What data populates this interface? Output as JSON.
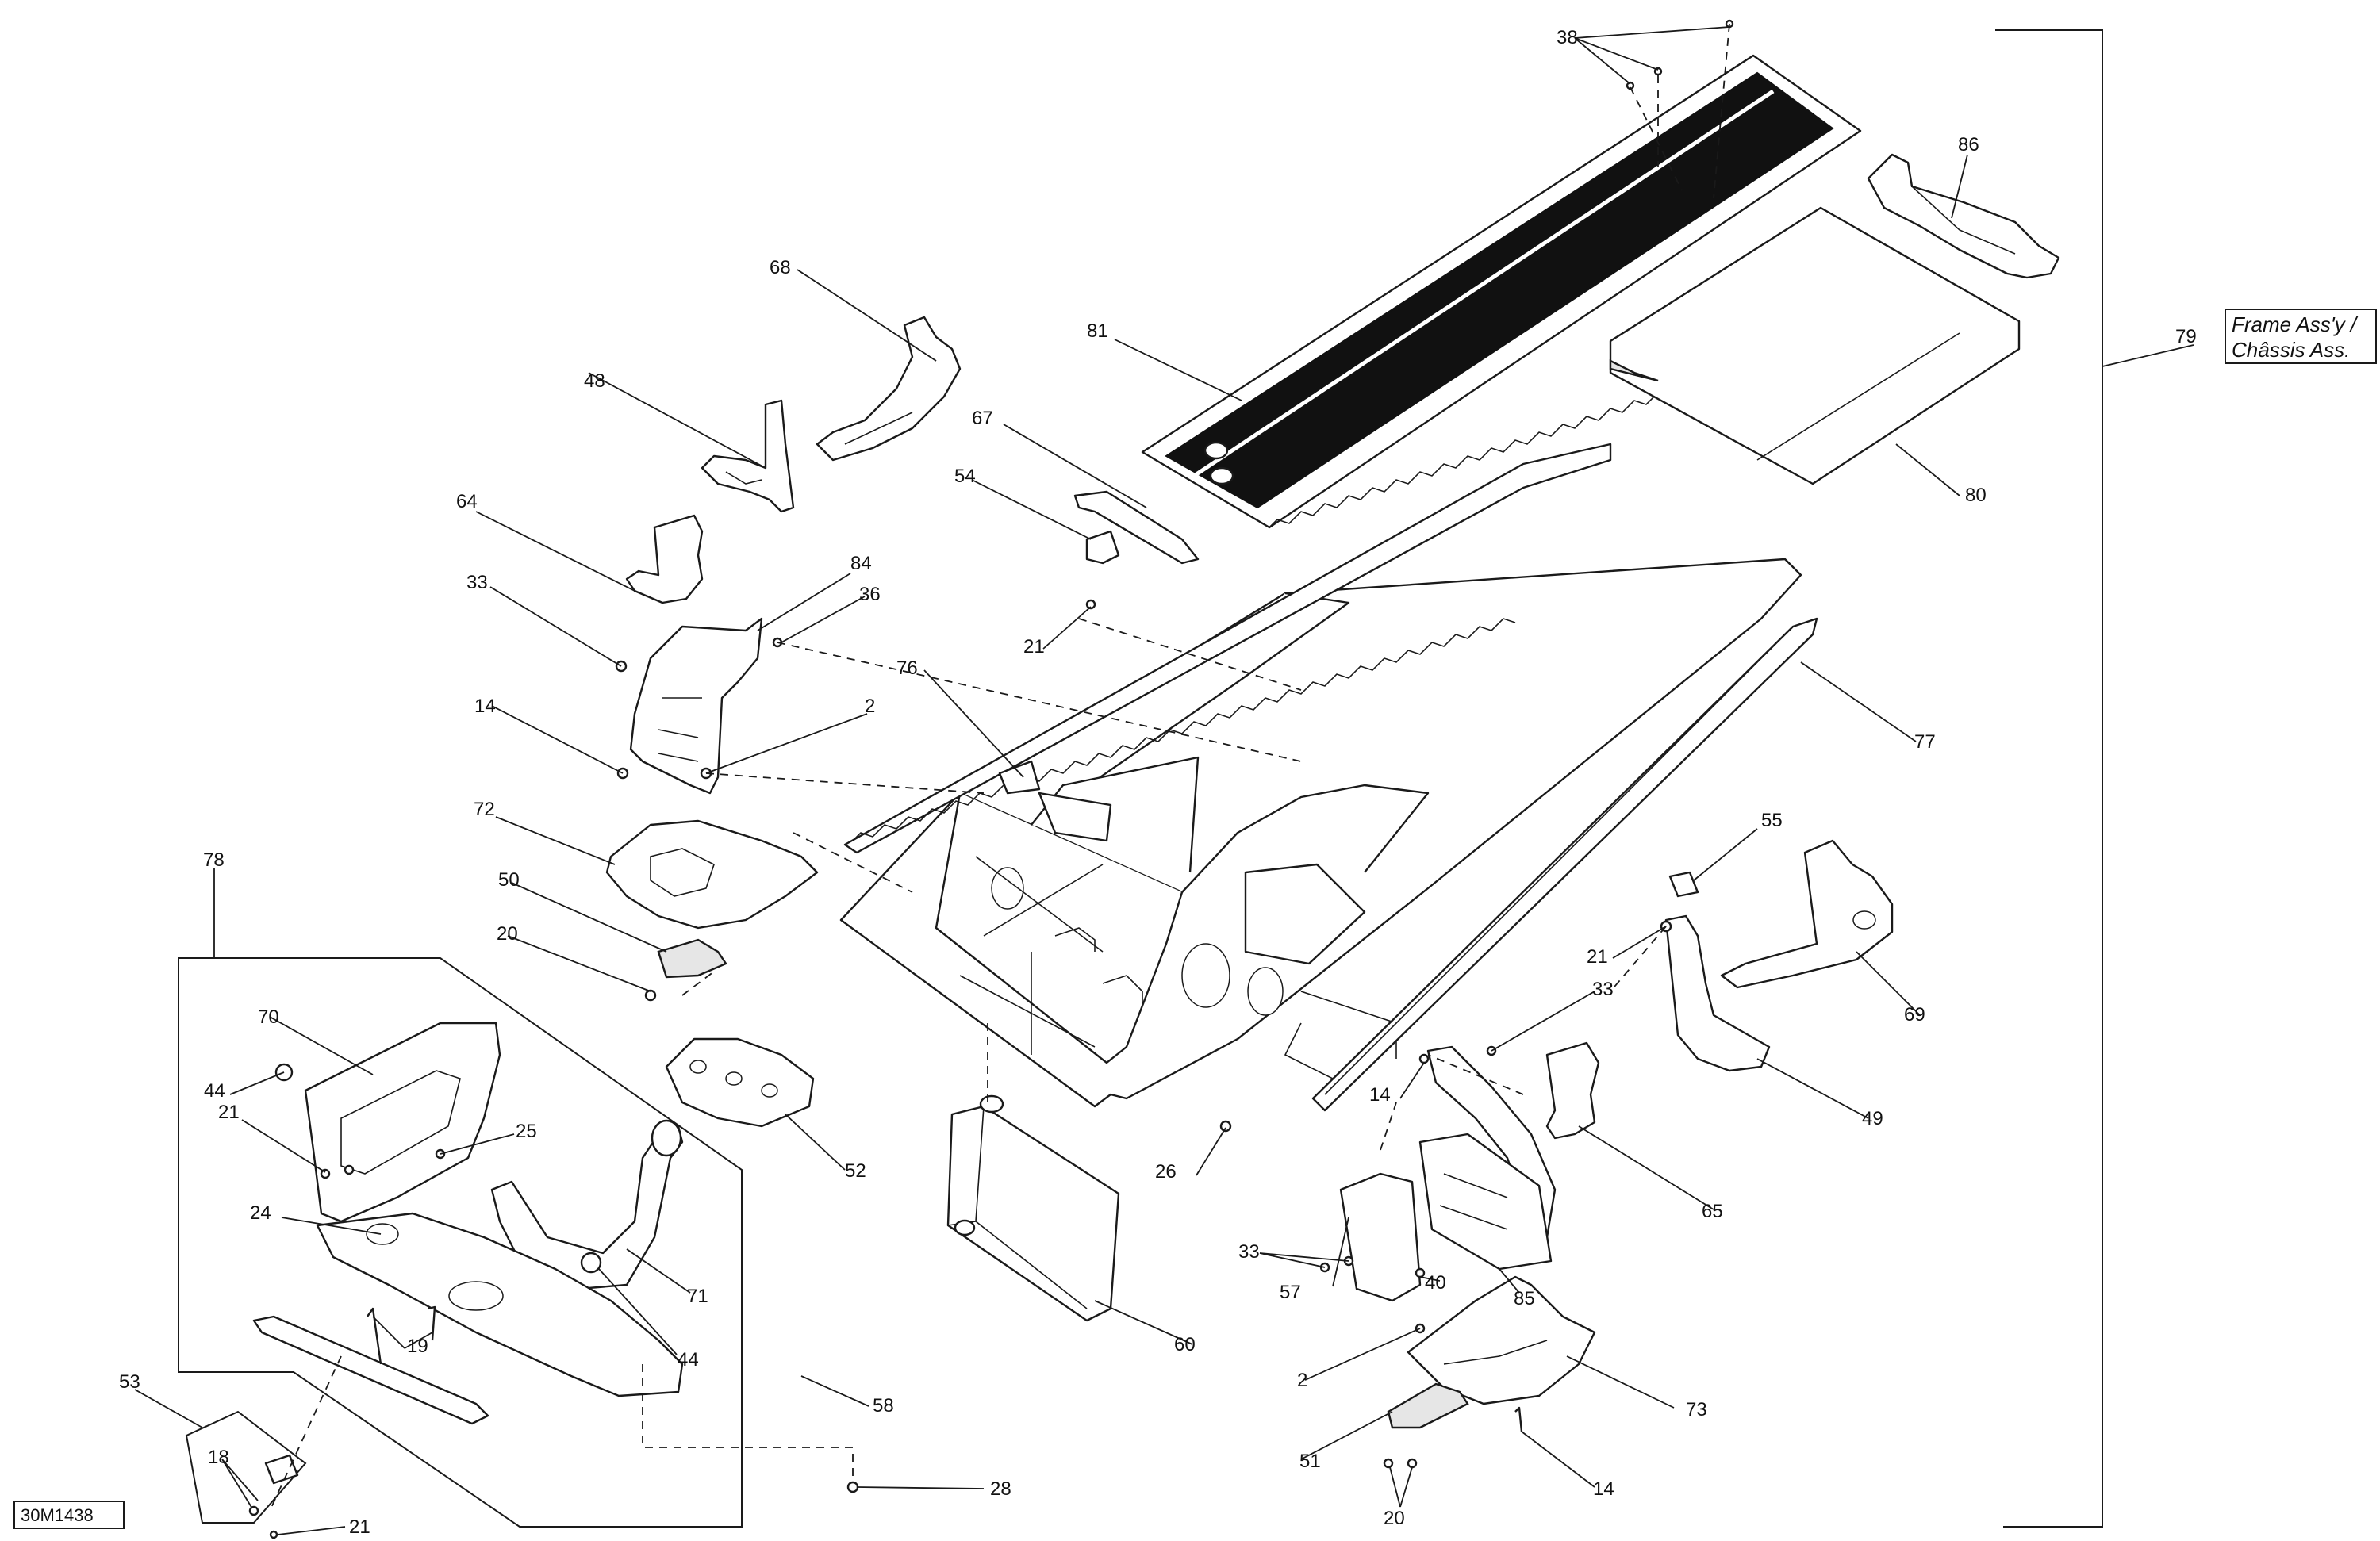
{
  "title_box": {
    "line1": "Frame Ass'y /",
    "line2": "Châssis Ass."
  },
  "drawing_code": "30M1438",
  "callouts": [
    {
      "id": "c38",
      "label": "38"
    },
    {
      "id": "c86",
      "label": "86"
    },
    {
      "id": "c79",
      "label": "79"
    },
    {
      "id": "c81",
      "label": "81"
    },
    {
      "id": "c80",
      "label": "80"
    },
    {
      "id": "c68",
      "label": "68"
    },
    {
      "id": "c48",
      "label": "48"
    },
    {
      "id": "c67",
      "label": "67"
    },
    {
      "id": "c54",
      "label": "54"
    },
    {
      "id": "c64",
      "label": "64"
    },
    {
      "id": "c84",
      "label": "84"
    },
    {
      "id": "c33a",
      "label": "33"
    },
    {
      "id": "c36",
      "label": "36"
    },
    {
      "id": "c21a",
      "label": "21"
    },
    {
      "id": "c76",
      "label": "76"
    },
    {
      "id": "c77",
      "label": "77"
    },
    {
      "id": "c14a",
      "label": "14"
    },
    {
      "id": "c2a",
      "label": "2"
    },
    {
      "id": "c72",
      "label": "72"
    },
    {
      "id": "c78",
      "label": "78"
    },
    {
      "id": "c50",
      "label": "50"
    },
    {
      "id": "c55",
      "label": "55"
    },
    {
      "id": "c20a",
      "label": "20"
    },
    {
      "id": "c21b",
      "label": "21"
    },
    {
      "id": "c33b",
      "label": "33"
    },
    {
      "id": "c69",
      "label": "69"
    },
    {
      "id": "c70",
      "label": "70"
    },
    {
      "id": "c14b",
      "label": "14"
    },
    {
      "id": "c44a",
      "label": "44"
    },
    {
      "id": "c52",
      "label": "52"
    },
    {
      "id": "c25",
      "label": "25"
    },
    {
      "id": "c21c",
      "label": "21"
    },
    {
      "id": "c26",
      "label": "26"
    },
    {
      "id": "c49",
      "label": "49"
    },
    {
      "id": "c65",
      "label": "65"
    },
    {
      "id": "c24",
      "label": "24"
    },
    {
      "id": "c33c",
      "label": "33"
    },
    {
      "id": "c71",
      "label": "71"
    },
    {
      "id": "c57",
      "label": "57"
    },
    {
      "id": "c40",
      "label": "40"
    },
    {
      "id": "c85",
      "label": "85"
    },
    {
      "id": "c60",
      "label": "60"
    },
    {
      "id": "c44b",
      "label": "44"
    },
    {
      "id": "c19",
      "label": "19"
    },
    {
      "id": "c2b",
      "label": "2"
    },
    {
      "id": "c73",
      "label": "73"
    },
    {
      "id": "c53",
      "label": "53"
    },
    {
      "id": "c58",
      "label": "58"
    },
    {
      "id": "c51",
      "label": "51"
    },
    {
      "id": "c14c",
      "label": "14"
    },
    {
      "id": "c18",
      "label": "18"
    },
    {
      "id": "c28",
      "label": "28"
    },
    {
      "id": "c20b",
      "label": "20"
    },
    {
      "id": "c21d",
      "label": "21"
    }
  ]
}
